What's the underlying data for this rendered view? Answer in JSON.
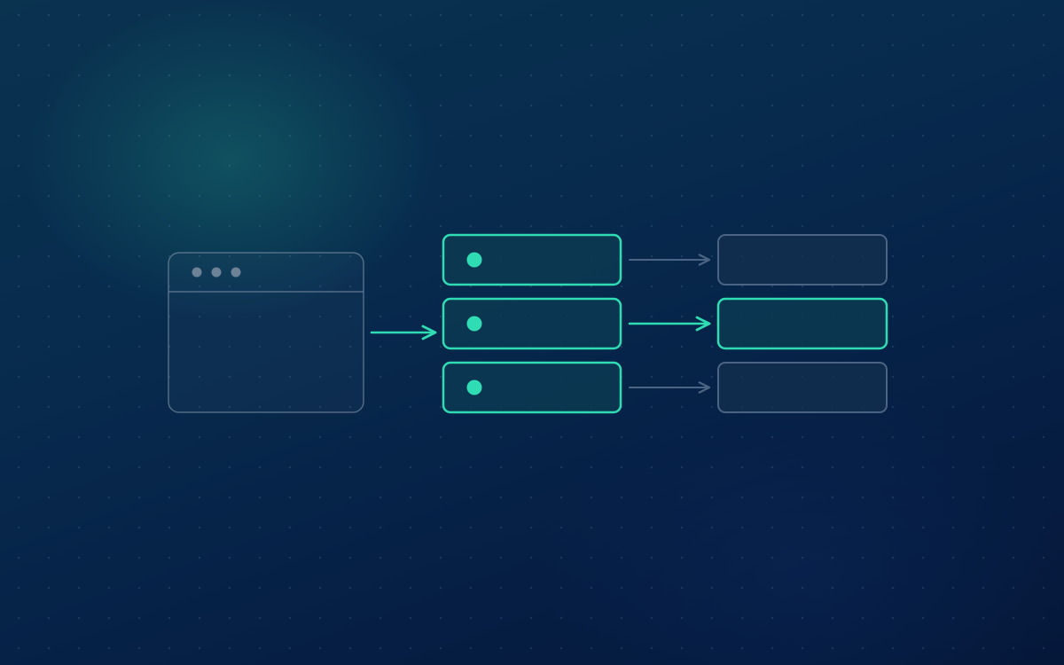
{
  "colors": {
    "accent": "#2fdcb4",
    "muted_stroke": "#4b6483",
    "browser_stroke": "#6b8299",
    "browser_dot": "#6e8296",
    "box_fill": "#0c3a52",
    "muted_fill": "#14304f"
  },
  "diagram": {
    "source": {
      "icon": "browser-window-icon",
      "window_controls": 3
    },
    "queue_items": [
      {
        "status": "active",
        "target": "inactive"
      },
      {
        "status": "active",
        "target": "active"
      },
      {
        "status": "active",
        "target": "inactive"
      }
    ],
    "connectors": {
      "source_to_queue": "active",
      "queue_to_targets": [
        "inactive",
        "active",
        "inactive"
      ]
    }
  }
}
